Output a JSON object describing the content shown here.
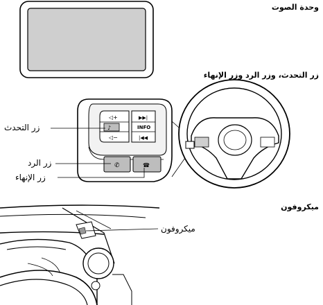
{
  "sections": {
    "audio_unit": {
      "title": "وحدة الصوت"
    },
    "buttons": {
      "title": "زر التحدث، وزر الرد وزر الإنهاء",
      "talk_label": "زر التحدث",
      "answer_label": "زر الرد",
      "end_label": "زر الإنهاء",
      "info_text": "INFO"
    },
    "microphone": {
      "title": "ميكروفون",
      "mic_label": "ميكروفون"
    }
  }
}
